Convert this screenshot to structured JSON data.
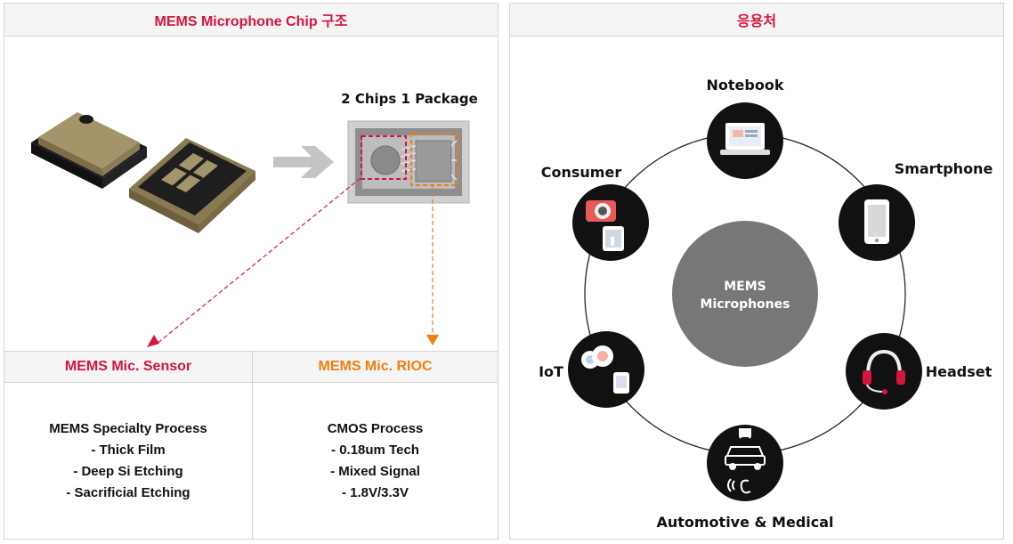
{
  "left_panel": {
    "title": "MEMS Microphone Chip 구조",
    "package_label": "2 Chips 1 Package",
    "sensor": {
      "title": "MEMS Mic. Sensor",
      "title_color": "#d4163c",
      "lines": [
        "MEMS Specialty Process",
        "- Thick Film",
        "- Deep Si Etching",
        "- Sacrificial Etching"
      ]
    },
    "rioc": {
      "title": "MEMS Mic. RIOC",
      "title_color": "#f07f10",
      "lines": [
        "CMOS Process",
        "- 0.18um Tech",
        "- Mixed Signal",
        "- 1.8V/3.3V"
      ]
    }
  },
  "right_panel": {
    "title": "응용처",
    "center_line1": "MEMS",
    "center_line2": "Microphones",
    "applications": {
      "notebook": "Notebook",
      "smartphone": "Smartphone",
      "headset": "Headset",
      "automotive": "Automotive & Medical",
      "iot": "IoT",
      "consumer": "Consumer"
    }
  },
  "colors": {
    "accent_red": "#d4163c",
    "accent_orange": "#f07f10",
    "center_circle": "#777777",
    "icon_circle": "#111111"
  }
}
